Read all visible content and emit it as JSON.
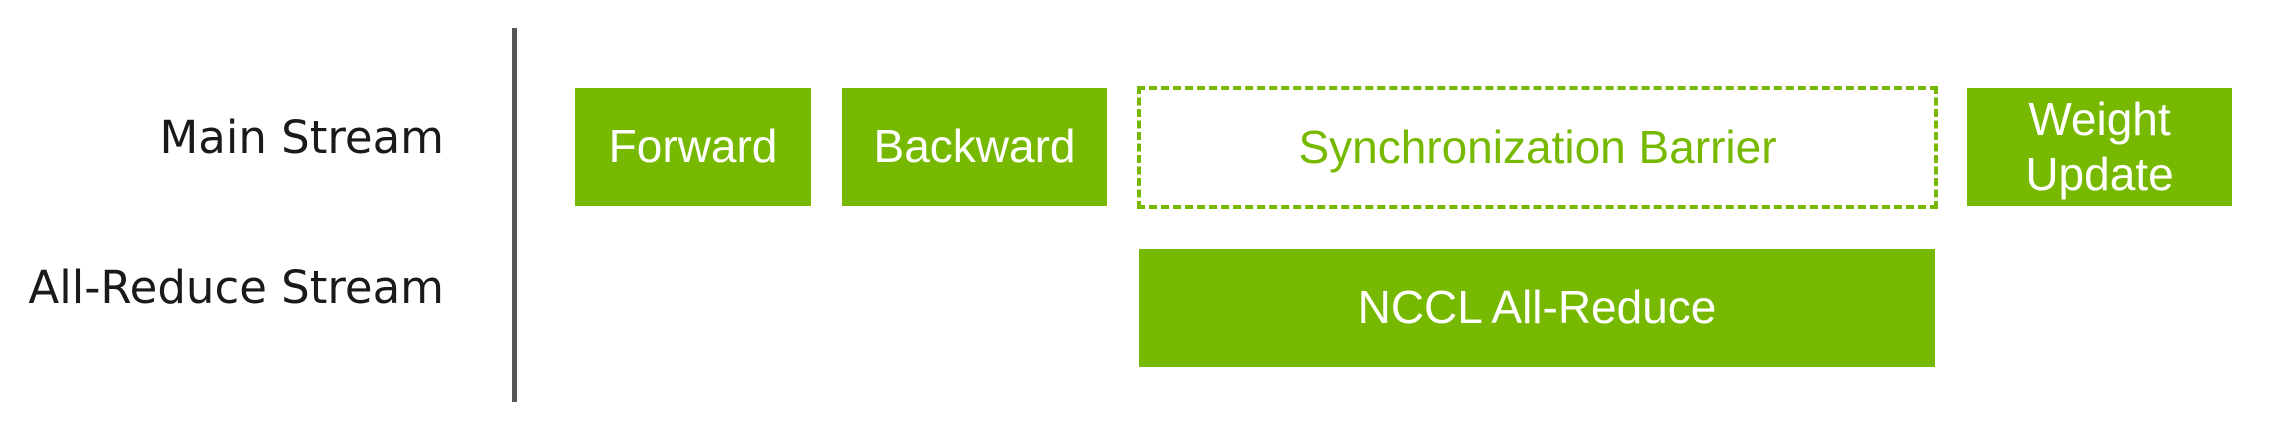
{
  "colors": {
    "accent": "#76b900",
    "divider": "#555555",
    "label_text": "#1a1a1a",
    "block_text": "#ffffff"
  },
  "rows": {
    "main_stream": "Main Stream",
    "allreduce_stream": "All-Reduce Stream"
  },
  "main_stream_blocks": {
    "forward": "Forward",
    "backward": "Backward",
    "barrier": "Synchronization Barrier",
    "weight_update_line1": "Weight",
    "weight_update_line2": "Update"
  },
  "allreduce_blocks": {
    "nccl": "NCCL All-Reduce"
  }
}
